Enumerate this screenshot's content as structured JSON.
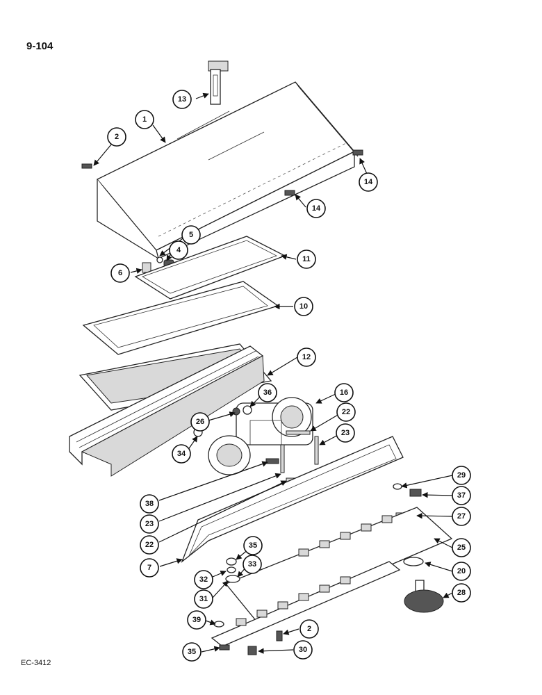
{
  "page_number": "9-104",
  "footer_code": "EC-3412",
  "callouts": [
    "1",
    "2",
    "4",
    "5",
    "6",
    "7",
    "10",
    "11",
    "12",
    "13",
    "14",
    "14",
    "16",
    "20",
    "22",
    "22",
    "23",
    "23",
    "25",
    "26",
    "27",
    "28",
    "29",
    "30",
    "31",
    "32",
    "33",
    "34",
    "35",
    "35",
    "36",
    "37",
    "38",
    "39",
    "2"
  ]
}
